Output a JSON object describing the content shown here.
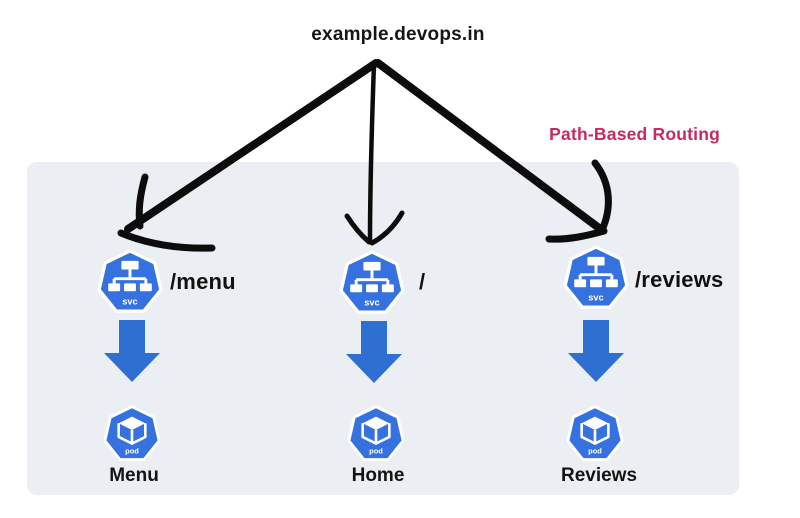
{
  "title": {
    "text": "example.devops.in"
  },
  "annotation": {
    "label": "Path-Based Routing"
  },
  "colors": {
    "kubernetes_blue": "#3571DF",
    "block_arrow_blue": "#2E6FD2",
    "annotation_pink": "#C72A62",
    "panel_gray": "#EBEEF2",
    "drawn_arrow_black": "#0c0c0c"
  },
  "icons": {
    "svc_badge": "svc",
    "pod_badge": "pod"
  },
  "routes": [
    {
      "path": "/menu",
      "pod_name": "Menu"
    },
    {
      "path": "/",
      "pod_name": "Home"
    },
    {
      "path": "/reviews",
      "pod_name": "Reviews"
    }
  ]
}
